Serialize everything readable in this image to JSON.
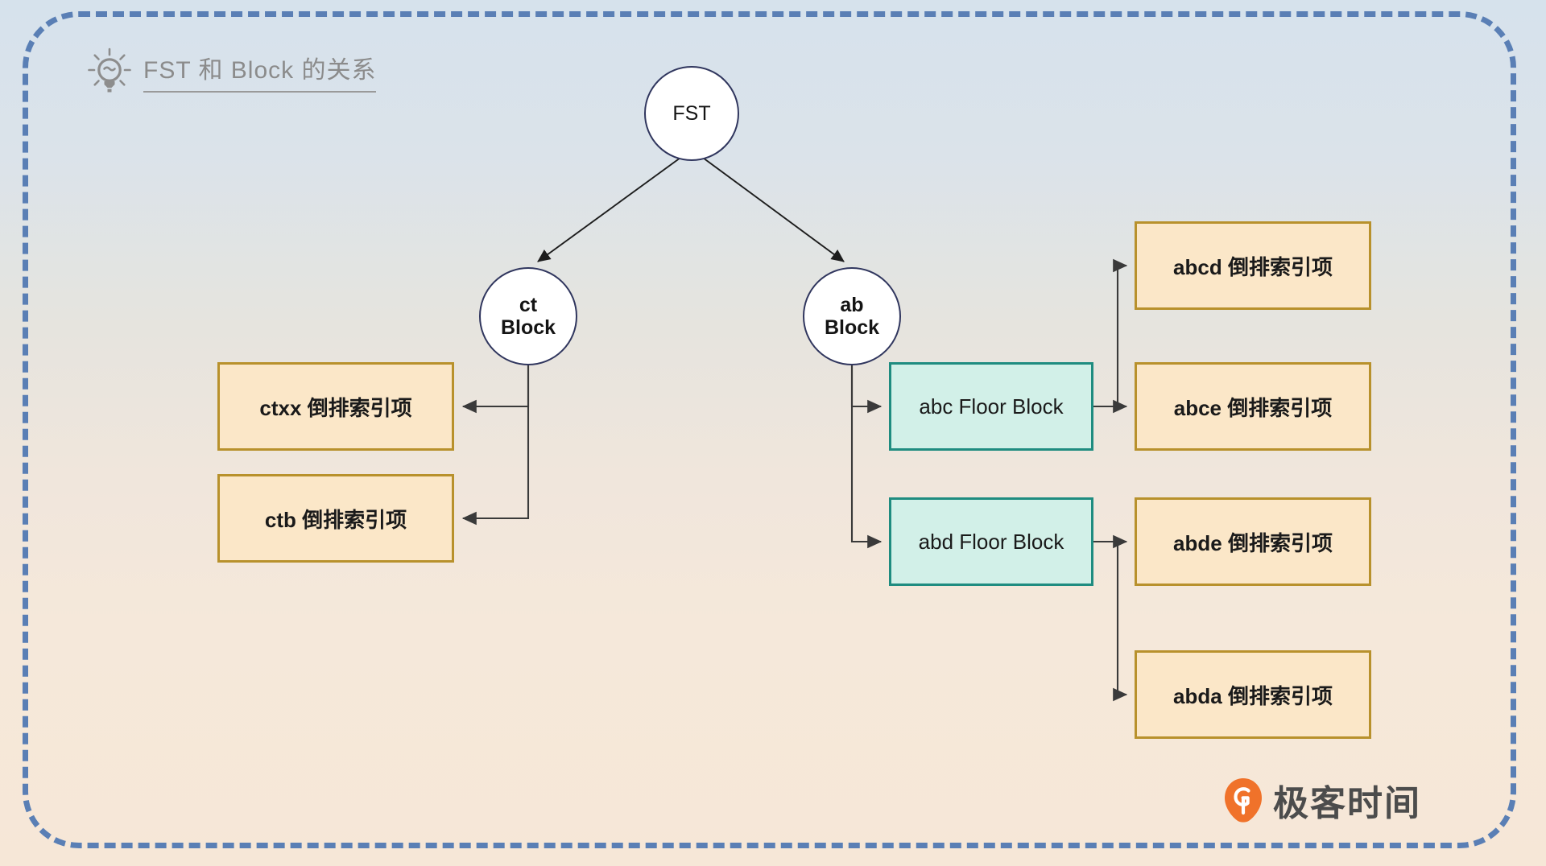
{
  "diagram": {
    "title": "FST 和 Block 的关系",
    "title_icon": "lightbulb-icon",
    "frame_color": "#5a7fb5",
    "background_top_color": "#d6e2ec",
    "background_bottom_color": "#f6e7d7"
  },
  "nodes": {
    "root": {
      "label": "FST",
      "shape": "circle",
      "fill": "#ffffff",
      "stroke": "#30365e"
    },
    "ct_block": {
      "line1": "ct",
      "line2": "Block",
      "shape": "circle",
      "fill": "#ffffff",
      "stroke": "#30365e"
    },
    "ab_block": {
      "line1": "ab",
      "line2": "Block",
      "shape": "circle",
      "fill": "#ffffff",
      "stroke": "#30365e"
    }
  },
  "floor_blocks": [
    {
      "label": "abc Floor Block",
      "fill": "#d2f0e8",
      "stroke": "#1f8c80"
    },
    {
      "label": "abd Floor Block",
      "fill": "#d2f0e8",
      "stroke": "#1f8c80"
    }
  ],
  "posting_boxes": [
    {
      "label": "ctxx 倒排索引项",
      "fill": "#fbe7c8",
      "stroke": "#b8912c"
    },
    {
      "label": "ctb 倒排索引项",
      "fill": "#fbe7c8",
      "stroke": "#b8912c"
    },
    {
      "label": "abcd 倒排索引项",
      "fill": "#fbe7c8",
      "stroke": "#b8912c"
    },
    {
      "label": "abce 倒排索引项",
      "fill": "#fbe7c8",
      "stroke": "#b8912c"
    },
    {
      "label": "abde 倒排索引项",
      "fill": "#fbe7c8",
      "stroke": "#b8912c"
    },
    {
      "label": "abda 倒排索引项",
      "fill": "#fbe7c8",
      "stroke": "#b8912c"
    }
  ],
  "brand": {
    "name": "极客时间",
    "mark": "geekbang-logo-icon",
    "mark_color": "#f0722a",
    "text_color": "#4c4c4c"
  }
}
